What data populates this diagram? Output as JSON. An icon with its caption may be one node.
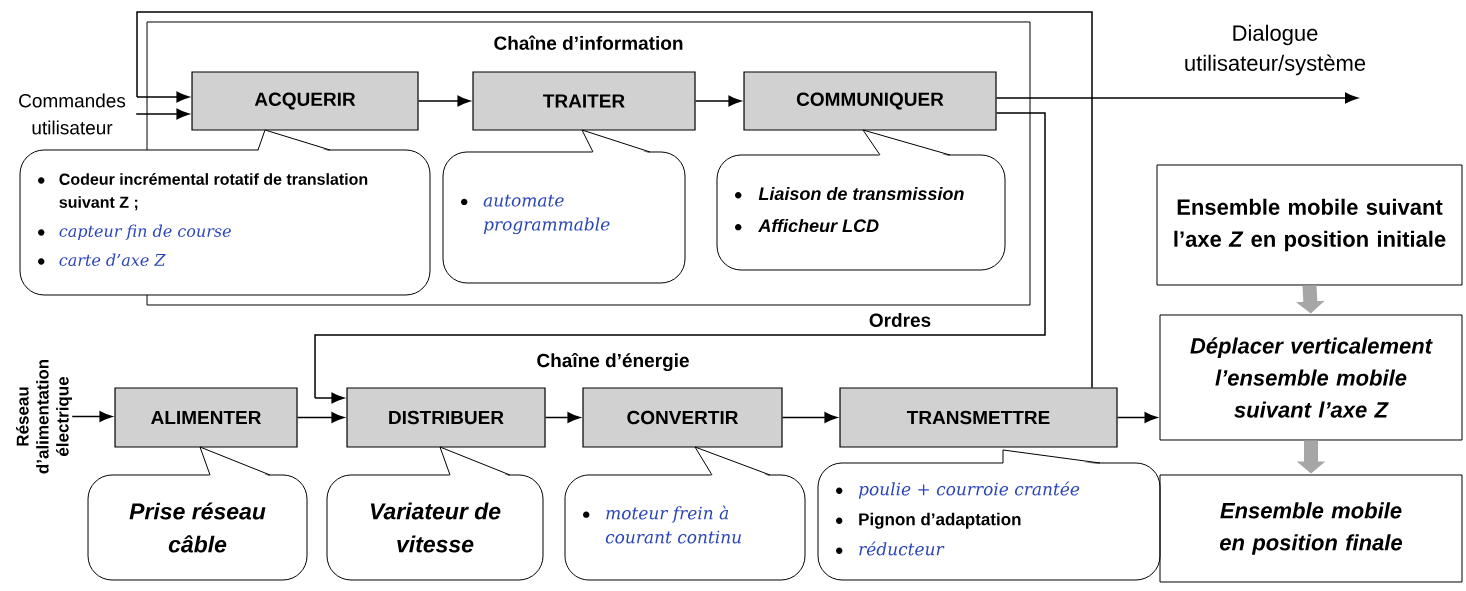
{
  "diagram": {
    "nodes": [
      {
        "text": [
          "Chaîne d’information"
        ]
      },
      {
        "text": [
          "ACQUERIR"
        ],
        "in": 0
      },
      {
        "text": [
          "TRAITER"
        ],
        "in": 0
      },
      {
        "text": [
          "COMMUNIQUER"
        ],
        "in": 0
      },
      {
        "text": [
          "Codeur incrémental rotatif de translation suivant Z ;",
          "capteur fin de course",
          "carte d’axe Z"
        ]
      },
      {
        "text": [
          "automate programmable"
        ],
        "in": 0
      },
      {
        "text": [
          "Liaison de transmission",
          "Afficheur LCD"
        ],
        "in": 0
      },
      {
        "text": [
          "Commandes utilisateur"
        ]
      },
      {
        "text": [
          "ALIMENTER"
        ]
      },
      {
        "text": [
          "DISTRIBUER"
        ]
      },
      {
        "text": [
          "CONVERTIR"
        ]
      },
      {
        "text": [
          "TRANSMETTRE"
        ]
      },
      {
        "text": [
          "Prise réseau câble"
        ]
      },
      {
        "text": [
          "Variateur de vitesse"
        ]
      },
      {
        "text": [
          "moteur frein à courant continu"
        ]
      },
      {
        "text": [
          "poulie + courroie crantée",
          "Pignon d’adaptation",
          "réducteur"
        ]
      },
      {
        "text": [
          "Réseau d’alimentation électrique"
        ]
      },
      {
        "text": [
          "Ensemble  mobile suivant l’axe *Z* en position initiale"
        ]
      },
      {
        "text": [
          "Déplacer verticalement l’ensemble mobile suivant l’axe Z"
        ]
      },
      {
        "text": [
          "Ensemble mobile en position finale"
        ]
      }
    ],
    "edges": [
      {
        "from": 7,
        "to": 1,
        "arrow": "to"
      },
      {
        "from": 11,
        "to": 1,
        "arrow": "to"
      },
      {
        "from": 1,
        "to": 2,
        "arrow": "to"
      },
      {
        "from": 2,
        "to": 3,
        "arrow": "to"
      },
      {
        "from": 3,
        "to": null,
        "arrow": "to",
        "label": "Dialogue utilisateur/système"
      },
      {
        "from": 3,
        "to": 9,
        "arrow": "to",
        "label": "Ordres"
      },
      {
        "from": 16,
        "to": 8,
        "arrow": "to"
      },
      {
        "from": 8,
        "to": 9,
        "arrow": "to"
      },
      {
        "from": 9,
        "to": 10,
        "arrow": "to"
      },
      {
        "from": 10,
        "to": 11,
        "arrow": "to"
      },
      {
        "from": 11,
        "to": 18,
        "arrow": "to"
      },
      {
        "from": 17,
        "to": 18,
        "arrow": "to",
        "style": "thick",
        "color": "#a6a6a6"
      },
      {
        "from": 18,
        "to": 19,
        "arrow": "to",
        "style": "thick",
        "color": "#a6a6a6"
      }
    ],
    "labels": [
      "Chaîne d’énergie"
    ]
  }
}
